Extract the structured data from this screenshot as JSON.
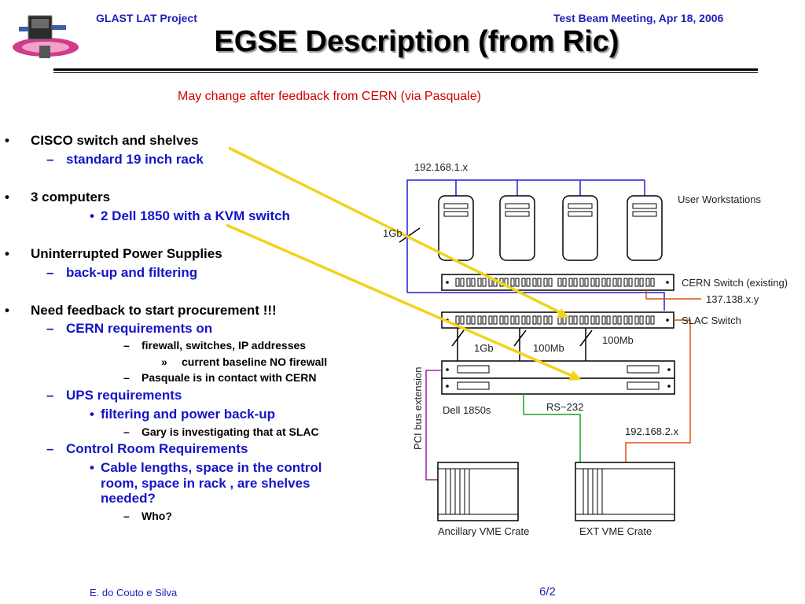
{
  "header": {
    "project": "GLAST LAT Project",
    "meeting": "Test Beam Meeting, Apr 18, 2006",
    "title": "EGSE Description (from Ric)",
    "subtitle": "May change after feedback from CERN (via Pasquale)"
  },
  "outline": [
    {
      "marker": "•",
      "text": "CISCO switch and shelves"
    },
    {
      "marker": "–",
      "text": "standard 19 inch rack"
    },
    {
      "marker": "•",
      "text": "3 computers"
    },
    {
      "marker": "•",
      "text": "2 Dell 1850 with a KVM switch"
    },
    {
      "marker": "•",
      "text": "Uninterrupted Power Supplies"
    },
    {
      "marker": "–",
      "text": "back-up and filtering"
    },
    {
      "marker": "•",
      "text": "Need feedback to start procurement !!!"
    },
    {
      "marker": "–",
      "text": "CERN requirements on"
    },
    {
      "marker": "–",
      "text": "firewall, switches, IP addresses"
    },
    {
      "marker": "»",
      "text": "current baseline NO firewall"
    },
    {
      "marker": "–",
      "text": "Pasquale is in  contact with CERN"
    },
    {
      "marker": "–",
      "text": "UPS requirements"
    },
    {
      "marker": "•",
      "text": "filtering and power back-up"
    },
    {
      "marker": "–",
      "text": "Gary is investigating that at SLAC"
    },
    {
      "marker": "–",
      "text": "Control Room Requirements"
    },
    {
      "marker": "•",
      "text": "Cable lengths, space in the control"
    },
    {
      "marker": "",
      "text": "room, space in rack , are shelves"
    },
    {
      "marker": "",
      "text": "needed?"
    },
    {
      "marker": "–",
      "text": "Who?"
    }
  ],
  "diagram": {
    "net_top": "192.168.1.x",
    "user_workstations": "User Workstations",
    "link_1gb_top": "1Gb",
    "cern_switch": "CERN Switch (existing)",
    "cern_ip": "137.138.x.y",
    "slac_switch": "SLAC Switch",
    "link_1gb": "1Gb",
    "link_100mb_a": "100Mb",
    "link_100mb_b": "100Mb",
    "dell": "Dell 1850s",
    "rs232": "RS−232",
    "net_bottom": "192.168.2.x",
    "pci": "PCI bus extension",
    "ancillary": "Ancillary VME Crate",
    "ext": "EXT VME Crate",
    "colors": {
      "network": "#2020d0",
      "rs232": "#20a020",
      "pci": "#a020a0",
      "ext": "#e05010",
      "arrow": "#f2d31b"
    }
  },
  "footer": {
    "author": "E. do Couto e Silva",
    "page": "6/2"
  }
}
